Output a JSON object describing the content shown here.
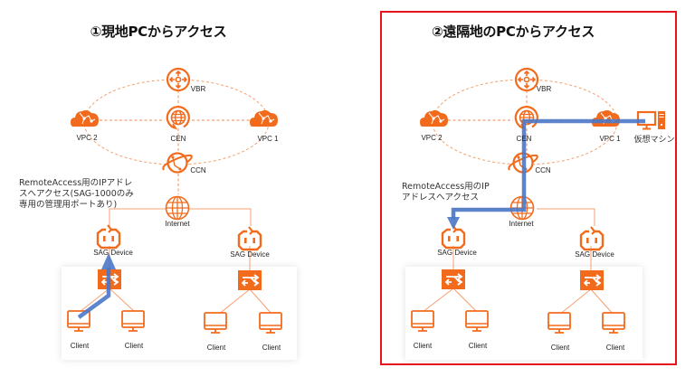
{
  "colors": {
    "accent_orange": "#f26b1d",
    "flow_blue": "#4a78c8",
    "highlight_frame": "#e8141c"
  },
  "diagrams": [
    {
      "id": "local",
      "title": "①現地PCからアクセス",
      "highlighted": false,
      "nodes": {
        "vbr": {
          "label": "VBR",
          "icon": "router-icon"
        },
        "cen": {
          "label": "CEN",
          "icon": "globe-cycle-icon"
        },
        "vpc2": {
          "label": "VPC 2",
          "icon": "cloud-icon"
        },
        "vpc1": {
          "label": "VPC 1",
          "icon": "cloud-icon"
        },
        "ccn": {
          "label": "CCN",
          "icon": "satellite-icon"
        },
        "internet": {
          "label": "Internet",
          "icon": "globe-icon"
        },
        "sag_left": {
          "label": "SAG Device",
          "icon": "sag-device-icon"
        },
        "sag_right": {
          "label": "SAG Device",
          "icon": "sag-device-icon"
        },
        "clients": [
          "Client",
          "Client",
          "Client",
          "Client"
        ]
      },
      "note": "RemoteAccess用のIPアドレ\nスへアクセス(SAG-1000のみ\n専用の管理用ポートあり)"
    },
    {
      "id": "remote",
      "title": "②遠隔地のPCからアクセス",
      "highlighted": true,
      "nodes": {
        "vbr": {
          "label": "VBR",
          "icon": "router-icon"
        },
        "cen": {
          "label": "CEN",
          "icon": "globe-cycle-icon"
        },
        "vpc2": {
          "label": "VPC 2",
          "icon": "cloud-icon"
        },
        "vpc1": {
          "label": "VPC 1",
          "icon": "cloud-icon"
        },
        "ccn": {
          "label": "CCN",
          "icon": "satellite-icon"
        },
        "internet": {
          "label": "Internet",
          "icon": "globe-icon"
        },
        "sag_left": {
          "label": "SAG Device",
          "icon": "sag-device-icon"
        },
        "sag_right": {
          "label": "SAG Device",
          "icon": "sag-device-icon"
        },
        "clients": [
          "Client",
          "Client",
          "Client",
          "Client"
        ],
        "vm": {
          "label": "仮想マシン",
          "icon": "virtual-machine-icon"
        }
      },
      "note": "RemoteAccess用のIP\nアドレスへアクセス"
    }
  ]
}
